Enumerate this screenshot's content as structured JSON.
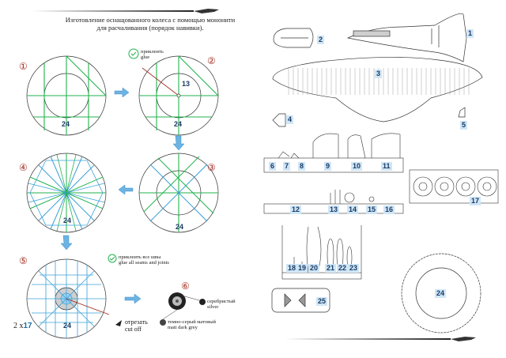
{
  "header": {
    "line1": "Изготовление оснащованного колеса с помощью мононити",
    "line2": "для расчаливания (порядок навивки)."
  },
  "steps": [
    "①",
    "②",
    "③",
    "④",
    "⑤",
    "⑥"
  ],
  "notes": {
    "glue_ru": "приклеить",
    "glue_en": "glue",
    "glue_all_ru": "приклеить все швы",
    "glue_all_en": "glue all seams and joints",
    "cut_ru": "отрезать",
    "cut_en": "cut off",
    "silver_ru": "серебристый",
    "silver_en": "silver",
    "grey_ru": "темно-серый матовый",
    "grey_en": "matt dark grey"
  },
  "multiplier": "2 x",
  "parts": {
    "p1": "1",
    "p2": "2",
    "p3": "3",
    "p4": "4",
    "p5": "5",
    "p6": "6",
    "p7": "7",
    "p8": "8",
    "p9": "9",
    "p10": "10",
    "p11": "11",
    "p12": "12",
    "p13": "13",
    "p14": "14",
    "p15": "15",
    "p16": "16",
    "p17": "17",
    "p18": "18",
    "p19": "19",
    "p20": "20",
    "p21": "21",
    "p22": "22",
    "p23": "23",
    "p24": "24",
    "p25": "25",
    "wheel_24": "24",
    "hub_13": "13",
    "small_17": "17"
  },
  "colors": {
    "thread_green": "#22b24c",
    "thread_blue": "#3aa0d8",
    "step_red": "#a1281c",
    "arrow_blue": "#6cb4e4",
    "part_tag": "#cfe6f6"
  }
}
